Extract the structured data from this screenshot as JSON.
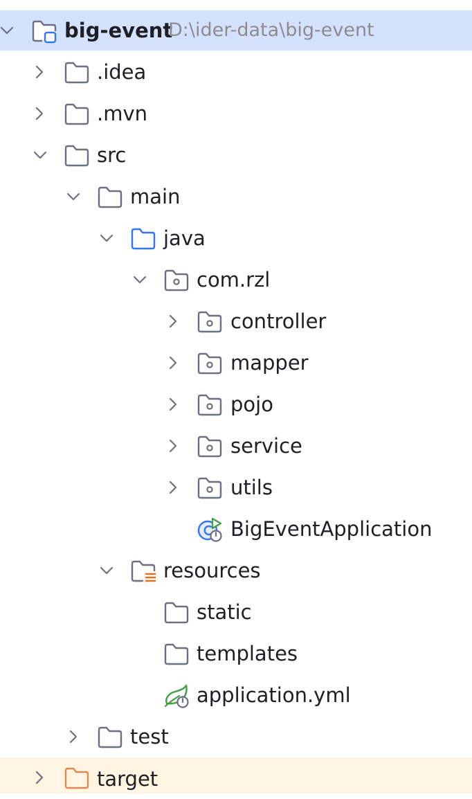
{
  "tree": {
    "root": {
      "label": "big-event",
      "path": "D:\\ider-data\\big-event"
    },
    "idea": {
      "label": ".idea"
    },
    "mvn": {
      "label": ".mvn"
    },
    "src": {
      "label": "src"
    },
    "main": {
      "label": "main"
    },
    "java": {
      "label": "java"
    },
    "com_rzl": {
      "label": "com.rzl"
    },
    "controller": {
      "label": "controller"
    },
    "mapper": {
      "label": "mapper"
    },
    "pojo": {
      "label": "pojo"
    },
    "service": {
      "label": "service"
    },
    "utils": {
      "label": "utils"
    },
    "app_class": {
      "label": "BigEventApplication"
    },
    "resources": {
      "label": "resources"
    },
    "static_dir": {
      "label": "static"
    },
    "templates": {
      "label": "templates"
    },
    "app_yml": {
      "label": "application.yml"
    },
    "test": {
      "label": "test"
    },
    "target": {
      "label": "target"
    }
  },
  "colors": {
    "selected_row": "#d4e2ff",
    "excluded_row": "#fff5e0",
    "folder_stroke": "#6c707e",
    "source_root": "#3574f0",
    "resources_accent": "#e66d17",
    "excluded_folder": "#e08855",
    "spring_green": "#3f9e3f"
  },
  "icons": {
    "chevron_expanded": "chevron-down-icon",
    "chevron_collapsed": "chevron-right-icon",
    "project": "project-module-icon",
    "folder": "folder-icon",
    "package": "package-icon",
    "source_root": "source-root-folder-icon",
    "resources_root": "resources-root-folder-icon",
    "spring_app": "spring-boot-class-icon",
    "spring_yml": "spring-config-file-icon",
    "excluded": "excluded-folder-icon"
  }
}
